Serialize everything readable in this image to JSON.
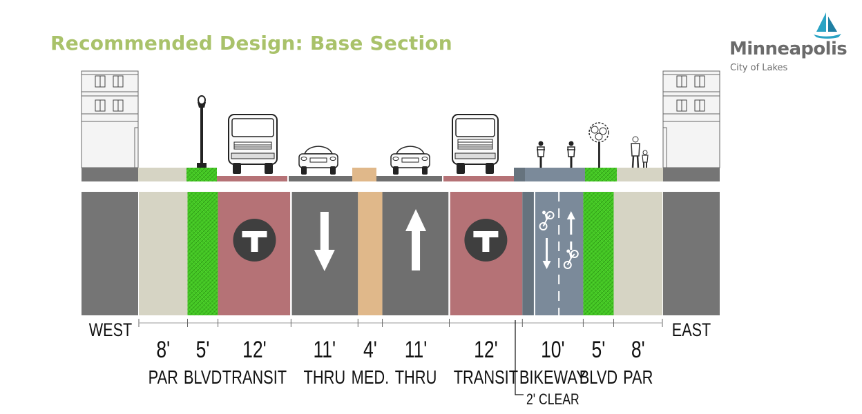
{
  "title": "Recommended Design: Base Section",
  "logo": {
    "name": "Minneapolis",
    "tagline": "City of Lakes",
    "mark_icon": "sailboat-icon",
    "colors": {
      "text": "#6b6b6b",
      "mark": "#2aa3c4"
    }
  },
  "section": {
    "west_label": "WEST",
    "east_label": "EAST",
    "clear_note": "2' CLEAR",
    "segments": [
      {
        "id": "par-w",
        "width_ft": 8,
        "width_label": "8'",
        "label": "PAR",
        "kind": "parking",
        "color": "#d6d4c4"
      },
      {
        "id": "blvd-w",
        "width_ft": 5,
        "width_label": "5'",
        "label": "BLVD",
        "kind": "boulevard",
        "color": "#44c624"
      },
      {
        "id": "transit-w",
        "width_ft": 12,
        "width_label": "12'",
        "label": "TRANSIT",
        "kind": "transit",
        "color": "#b57276",
        "icon": "transit-t-icon"
      },
      {
        "id": "thru-w",
        "width_ft": 11,
        "width_label": "11'",
        "label": "THRU",
        "kind": "thru",
        "color": "#6f6f6f",
        "icon": "arrow-down-icon"
      },
      {
        "id": "median",
        "width_ft": 4,
        "width_label": "4'",
        "label": "MED.",
        "kind": "median",
        "color": "#e0b88a"
      },
      {
        "id": "thru-e",
        "width_ft": 11,
        "width_label": "11'",
        "label": "THRU",
        "kind": "thru",
        "color": "#6f6f6f",
        "icon": "arrow-up-icon"
      },
      {
        "id": "transit-e",
        "width_ft": 12,
        "width_label": "12'",
        "label": "TRANSIT",
        "kind": "transit",
        "color": "#b57276",
        "icon": "transit-t-icon"
      },
      {
        "id": "bikeway",
        "width_ft": 10,
        "width_label": "10'",
        "label": "BIKEWAY",
        "kind": "bikeway",
        "color": "#7b8a9a",
        "buffer_color": "#66737e",
        "icon": "bicycle-icon"
      },
      {
        "id": "blvd-e",
        "width_ft": 5,
        "width_label": "5'",
        "label": "BLVD",
        "kind": "boulevard",
        "color": "#44c624"
      },
      {
        "id": "par-e",
        "width_ft": 8,
        "width_label": "8'",
        "label": "PAR",
        "kind": "parking",
        "color": "#d6d4c4"
      }
    ],
    "colors": {
      "sidewalk": "#757575",
      "road": "#6f6f6f",
      "building": "#f2f2f2",
      "outline": "#555555"
    }
  }
}
